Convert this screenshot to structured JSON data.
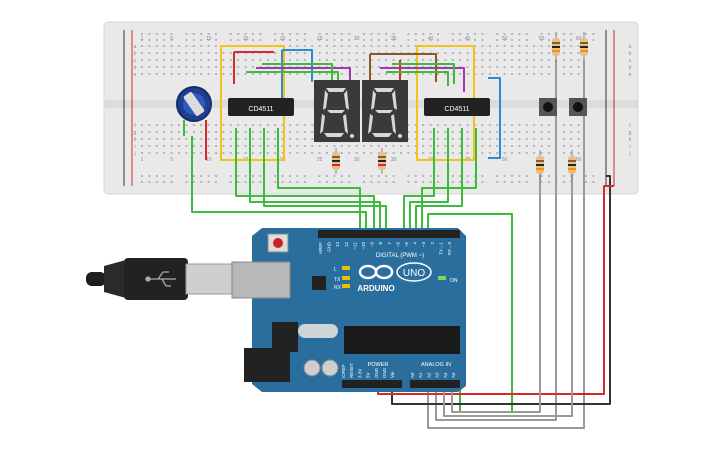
{
  "breadboard": {
    "column_numbers": [
      "1",
      "5",
      "10",
      "15",
      "20",
      "25",
      "30",
      "35",
      "40",
      "45",
      "50",
      "55",
      "60"
    ],
    "row_letters_top": [
      "a",
      "b",
      "c",
      "d",
      "e"
    ],
    "row_letters_bottom": [
      "f",
      "g",
      "h",
      "i",
      "j"
    ]
  },
  "chips": [
    {
      "label": "CD4511"
    },
    {
      "label": "CD4511"
    }
  ],
  "arduino": {
    "logo_text": "ARDUINO",
    "uno_text": "UNO",
    "on_label": "ON",
    "tx_label": "TX",
    "rx_label": "RX",
    "l_label": "L",
    "digital_label": "DIGITAL (PWM ~)",
    "power_label": "POWER",
    "analog_label": "ANALOG IN",
    "digital_pins": [
      "AREF",
      "GND",
      "13",
      "12",
      "~11",
      "~10",
      "~9",
      "8",
      "7",
      "~6",
      "~5",
      "4",
      "~3",
      "2",
      "TX→1",
      "RX←0"
    ],
    "power_pins": [
      "IOREF",
      "RESET",
      "3.3V",
      "5V",
      "GND",
      "GND",
      "Vin"
    ],
    "analog_pins": [
      "A0",
      "A1",
      "A2",
      "A3",
      "A4",
      "A5"
    ]
  },
  "colors": {
    "board_blue": "#2a6e9e",
    "breadboard": "#ececec",
    "wire_green": "#3dbb3d",
    "wire_yellow": "#f2c31b",
    "wire_blue": "#2a8ad6",
    "wire_purple": "#a237b5",
    "wire_brown": "#8b5a2b",
    "wire_red": "#d42a2a",
    "wire_black": "#333333",
    "wire_gray": "#9a9a9a",
    "segment_red": "#ffffff"
  }
}
